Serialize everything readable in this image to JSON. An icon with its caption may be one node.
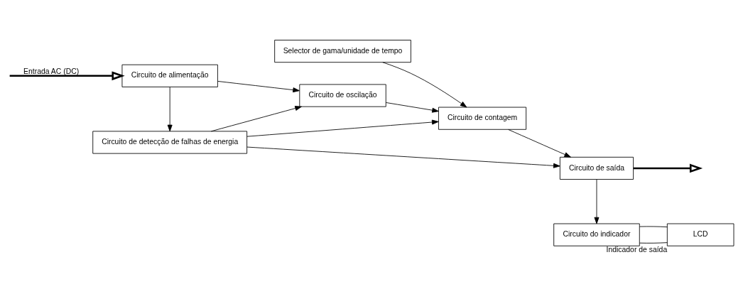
{
  "diagram": {
    "nodes": [
      {
        "text": [
          "Circuito de alimentação"
        ]
      },
      {
        "text": [
          "Circuito de oscilação"
        ]
      },
      {
        "text": [
          "Selector de gama/unidade de tempo"
        ]
      },
      {
        "text": [
          "Circuito de contagem"
        ]
      },
      {
        "text": [
          "Circuito de saída"
        ]
      },
      {
        "text": [
          "Circuito de detecção de falhas de energia"
        ]
      },
      {
        "text": [
          "Circuito do indicador"
        ]
      },
      {
        "text": [
          "LCD"
        ],
        "beside": [
          "Indicador de saída"
        ]
      }
    ],
    "edges": [
      {
        "from": null,
        "to": 0,
        "arrow": "to",
        "label": "Entrada AC (DC)",
        "style": "thick"
      },
      {
        "from": 0,
        "to": 1,
        "arrow": "to"
      },
      {
        "from": 1,
        "to": 3,
        "arrow": "to"
      },
      {
        "from": 2,
        "to": 3,
        "arrow": "to"
      },
      {
        "from": 3,
        "to": 4,
        "arrow": "to"
      },
      {
        "from": 4,
        "to": null,
        "arrow": "to",
        "style": "thick"
      },
      {
        "from": 0,
        "to": 5,
        "arrow": "to"
      },
      {
        "from": 5,
        "to": 1,
        "arrow": "to"
      },
      {
        "from": 5,
        "to": 3,
        "arrow": "to"
      },
      {
        "from": 5,
        "to": 4,
        "arrow": "to"
      },
      {
        "from": 4,
        "to": 6,
        "arrow": "to"
      },
      {
        "from": 6,
        "to": 7,
        "arrow": "none"
      },
      {
        "from": 6,
        "to": 7,
        "arrow": "none"
      }
    ]
  }
}
